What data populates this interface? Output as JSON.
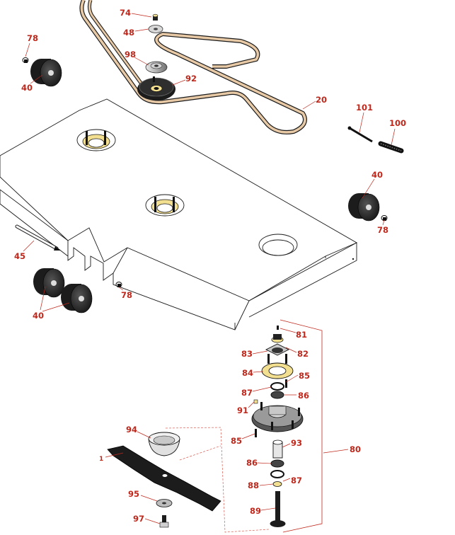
{
  "callouts": [
    {
      "label": "74"
    },
    {
      "label": "48"
    },
    {
      "label": "78"
    },
    {
      "label": "98"
    },
    {
      "label": "40"
    },
    {
      "label": "92"
    },
    {
      "label": "20"
    },
    {
      "label": "101"
    },
    {
      "label": "100"
    },
    {
      "label": "40"
    },
    {
      "label": "78"
    },
    {
      "label": "45"
    },
    {
      "label": "78"
    },
    {
      "label": "40"
    },
    {
      "label": "81"
    },
    {
      "label": "83"
    },
    {
      "label": "82"
    },
    {
      "label": "84"
    },
    {
      "label": "85"
    },
    {
      "label": "87"
    },
    {
      "label": "86"
    },
    {
      "label": "91"
    },
    {
      "label": "94"
    },
    {
      "label": "85"
    },
    {
      "label": "93"
    },
    {
      "label": "80"
    },
    {
      "label": "1"
    },
    {
      "label": "86"
    },
    {
      "label": "87"
    },
    {
      "label": "88"
    },
    {
      "label": "95"
    },
    {
      "label": "89"
    },
    {
      "label": "97"
    }
  ],
  "colors": {
    "callout_red": "#c0281c",
    "belt_fill": "#e8c9a6",
    "brass_fill": "#f3df90",
    "roller_dark": "#1c1c1c",
    "outline": "#1a1a1a"
  }
}
